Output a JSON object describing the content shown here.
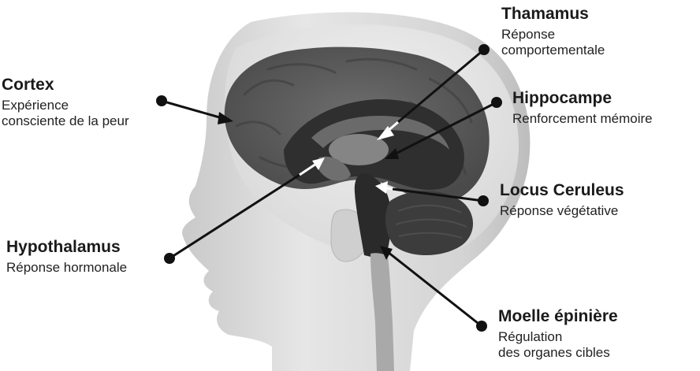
{
  "labels": {
    "thalamus": {
      "title": "Thamamus",
      "desc": [
        "Réponse",
        "comportementale"
      ]
    },
    "cortex": {
      "title": "Cortex",
      "desc": [
        "Expérience",
        "consciente de la peur"
      ]
    },
    "hippocampe": {
      "title": "Hippocampe",
      "desc": [
        "Renforcement mémoire"
      ]
    },
    "locus": {
      "title": "Locus Ceruleus",
      "desc": [
        "Réponse végétative"
      ]
    },
    "hypothalamus": {
      "title": "Hypothalamus",
      "desc": [
        "Réponse hormonale"
      ]
    },
    "moelle": {
      "title": "Moelle épinière",
      "desc": [
        "Régulation",
        "des organes cibles"
      ]
    }
  },
  "colors": {
    "head_skin": "#dcdcdc",
    "skull_shell": "#e9e9e9",
    "cortex": "#5a5a5a",
    "deep_brain": "#2a2a2a",
    "cerebellum": "#3a3a3a",
    "pointer_black": "#111111",
    "pointer_white": "#ffffff"
  }
}
